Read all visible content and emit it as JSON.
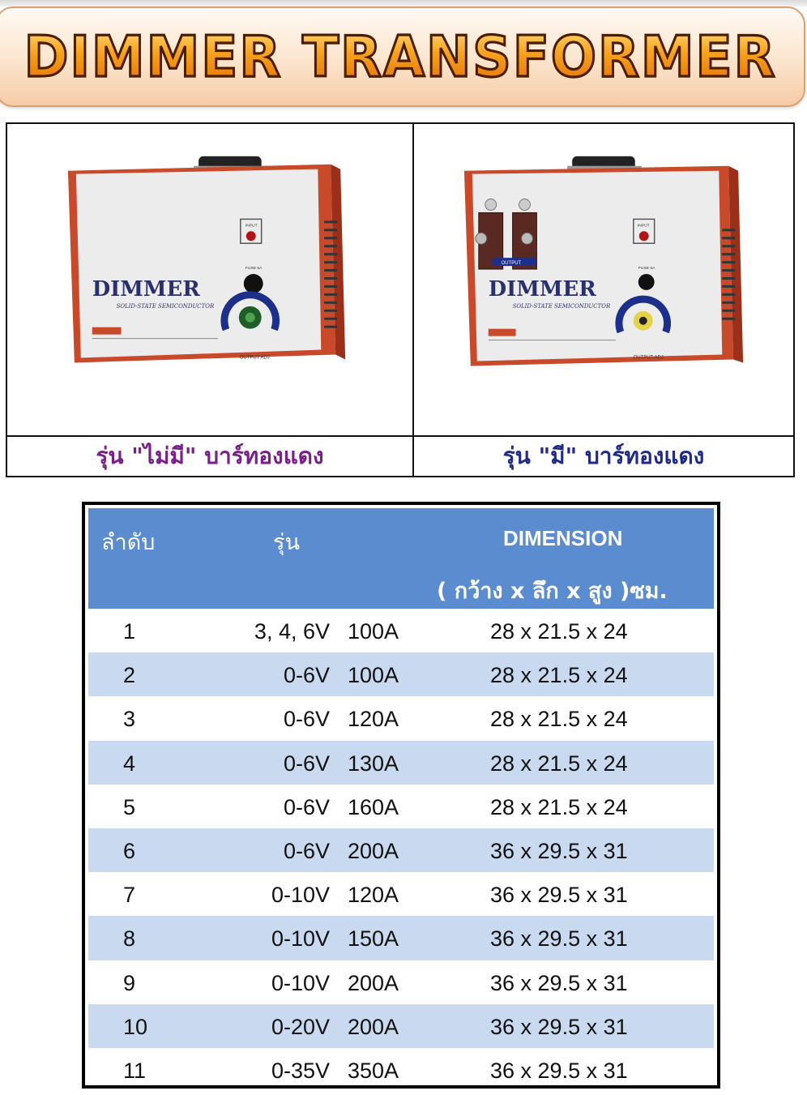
{
  "banner": {
    "title": "DIMMER TRANSFORMER"
  },
  "photos": [
    {
      "caption": "รุ่น \"ไม่มี\" บาร์ทองแดง",
      "caption_color": "#7a1f8a"
    },
    {
      "caption": "รุ่น \"มี\" บาร์ทองแดง",
      "caption_color": "#1f2a8a"
    }
  ],
  "product_label": {
    "brand": "DIMMER",
    "sub": "SOLID-STATE SEMICONDUCTOR",
    "input": "INPUT",
    "fuse": "FUSE 5A",
    "output": "OUTPUT",
    "output_adj": "OUTPUT ADJ."
  },
  "table": {
    "header": {
      "order": "ลำดับ",
      "model": "รุ่น",
      "dimension": "DIMENSION",
      "unit": "( กว้าง x ลึก x สูง )ซม."
    },
    "header_color": "#5b8ccf",
    "alt_row_color": "#c9d9ef",
    "rows": [
      {
        "no": "1",
        "volt": "3, 4, 6V",
        "amp": "100A",
        "dim": "28 x 21.5 x 24"
      },
      {
        "no": "2",
        "volt": "0-6V",
        "amp": "100A",
        "dim": "28 x 21.5 x 24"
      },
      {
        "no": "3",
        "volt": "0-6V",
        "amp": "120A",
        "dim": "28 x 21.5 x 24"
      },
      {
        "no": "4",
        "volt": "0-6V",
        "amp": "130A",
        "dim": "28 x 21.5 x 24"
      },
      {
        "no": "5",
        "volt": "0-6V",
        "amp": "160A",
        "dim": "28 x 21.5 x 24"
      },
      {
        "no": "6",
        "volt": "0-6V",
        "amp": "200A",
        "dim": "36 x 29.5 x 31"
      },
      {
        "no": "7",
        "volt": "0-10V",
        "amp": "120A",
        "dim": "36 x 29.5 x 31"
      },
      {
        "no": "8",
        "volt": "0-10V",
        "amp": "150A",
        "dim": "36 x 29.5 x 31"
      },
      {
        "no": "9",
        "volt": "0-10V",
        "amp": "200A",
        "dim": "36 x 29.5 x 31"
      },
      {
        "no": "10",
        "volt": "0-20V",
        "amp": "200A",
        "dim": "36 x 29.5 x 31"
      },
      {
        "no": "11",
        "volt": "0-35V",
        "amp": "350A",
        "dim": "36 x 29.5 x 31"
      }
    ]
  }
}
